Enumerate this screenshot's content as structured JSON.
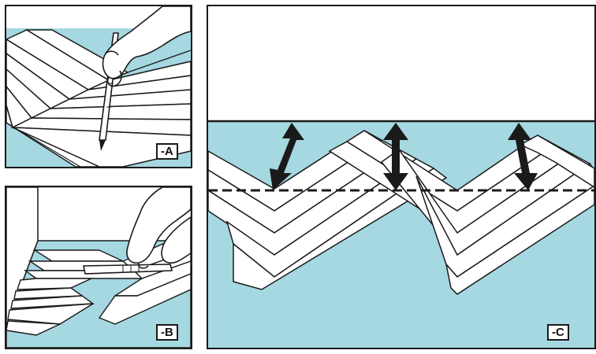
{
  "panels": {
    "a": {
      "label": "-A"
    },
    "b": {
      "label": "-B"
    },
    "c": {
      "label": "-C"
    }
  },
  "colors": {
    "floor": "#a5d8e0",
    "plank": "#ffffff",
    "line": "#1a1a1a",
    "background": "#ffffff"
  },
  "icons": {
    "arrow": "double-headed-arrow",
    "hand": "hand-with-pencil"
  }
}
